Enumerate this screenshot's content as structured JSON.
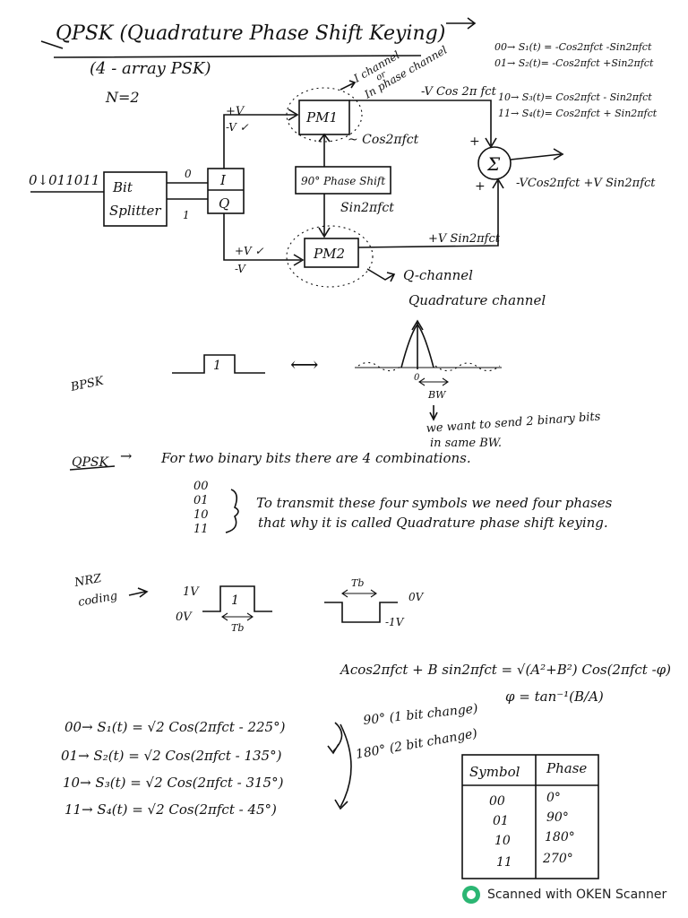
{
  "title": "QPSK (Quadrature Phase Shift Keying)",
  "subtitle": "(4 - array PSK)",
  "n_value": "N=2",
  "diagram": {
    "input_bits": "0↓011011",
    "bit_splitter": "Bit Splitter",
    "split_out_top": "0",
    "split_out_bottom": "1",
    "i_label": "I",
    "q_label": "Q",
    "pm1": "PM1",
    "pm2": "PM2",
    "phase_shift": "90° Phase Shift",
    "cos_carrier": "~ Cos2πfct",
    "sin_carrier": "Sin2πfct",
    "pm1_in": "+V",
    "pm1_in2": "-V ✓",
    "pm2_in": "+V ✓",
    "pm2_in2": "-V",
    "pm1_out": "-V Cos 2π fct",
    "pm2_out": "+V Sin2πfct",
    "sum_plus_top": "+",
    "sum_plus_bottom": "+",
    "sigma": "Σ",
    "sum_out": "-VCos2πfct +V Sin2πfct",
    "i_channel_note_1": "I channel",
    "i_channel_note_2": "or",
    "i_channel_note_3": "In phase channel",
    "q_channel_note_1": "Q-channel",
    "q_channel_note_2": "Quadrature channel"
  },
  "symbol_map": [
    "00→ S₁(t) = -Cos2πfct -Sin2πfct",
    "01→ S₂(t)= -Cos2πfct +Sin2πfct",
    "10→ S₃(t)= Cos2πfct - Sin2πfct",
    "11→ S₄(t)= Cos2πfct + Sin2πfct"
  ],
  "bpsk": {
    "label": "BPSK",
    "pulse_label": "1",
    "arrow": "⟷",
    "bw": "BW",
    "origin": "0",
    "note_1": "we want to send 2 binary bits",
    "note_2": "in same BW."
  },
  "qpsk_note": {
    "label": "QPSK",
    "arrow": "→",
    "text": "For two binary bits there are 4 combinations.",
    "combos": [
      "00",
      "01",
      "10",
      "11"
    ],
    "line_1": "To transmit these four symbols we need four phases",
    "line_2": "that why it is called Quadrature phase shift keying."
  },
  "nrz": {
    "label_1": "NRZ",
    "label_2": "coding",
    "v_high": "1V",
    "v_zero": "0V",
    "pulse_label": "1",
    "tb_1": "Tb",
    "tb_2": "Tb",
    "v_zero_2": "0V",
    "v_low": "-1V"
  },
  "identity": {
    "left": "Acos2πfct + B sin2πfct = √(A²+B²) Cos(2πfct -φ)",
    "phi": "φ = tan⁻¹(B/A)"
  },
  "signals": [
    "00→ S₁(t) = √2 Cos(2πfct - 225°)",
    "01→ S₂(t) = √2 Cos(2πfct - 135°)",
    "10→ S₃(t) = √2 Cos(2πfct - 315°)",
    "11→ S₄(t) = √2 Cos(2πfct - 45°)"
  ],
  "phase_change_1": "90° (1 bit change)",
  "phase_change_2": "180° (2 bit change)",
  "table": {
    "headers": [
      "Symbol",
      "Phase"
    ],
    "rows": [
      [
        "00",
        "0°"
      ],
      [
        "01",
        "90°"
      ],
      [
        "10",
        "180°"
      ],
      [
        "11",
        "270°"
      ]
    ]
  },
  "scanner_badge": "Scanned with OKEN Scanner",
  "colors": {
    "ink": "#111111",
    "paper": "#ffffff",
    "badge_green": "#2bb673"
  }
}
